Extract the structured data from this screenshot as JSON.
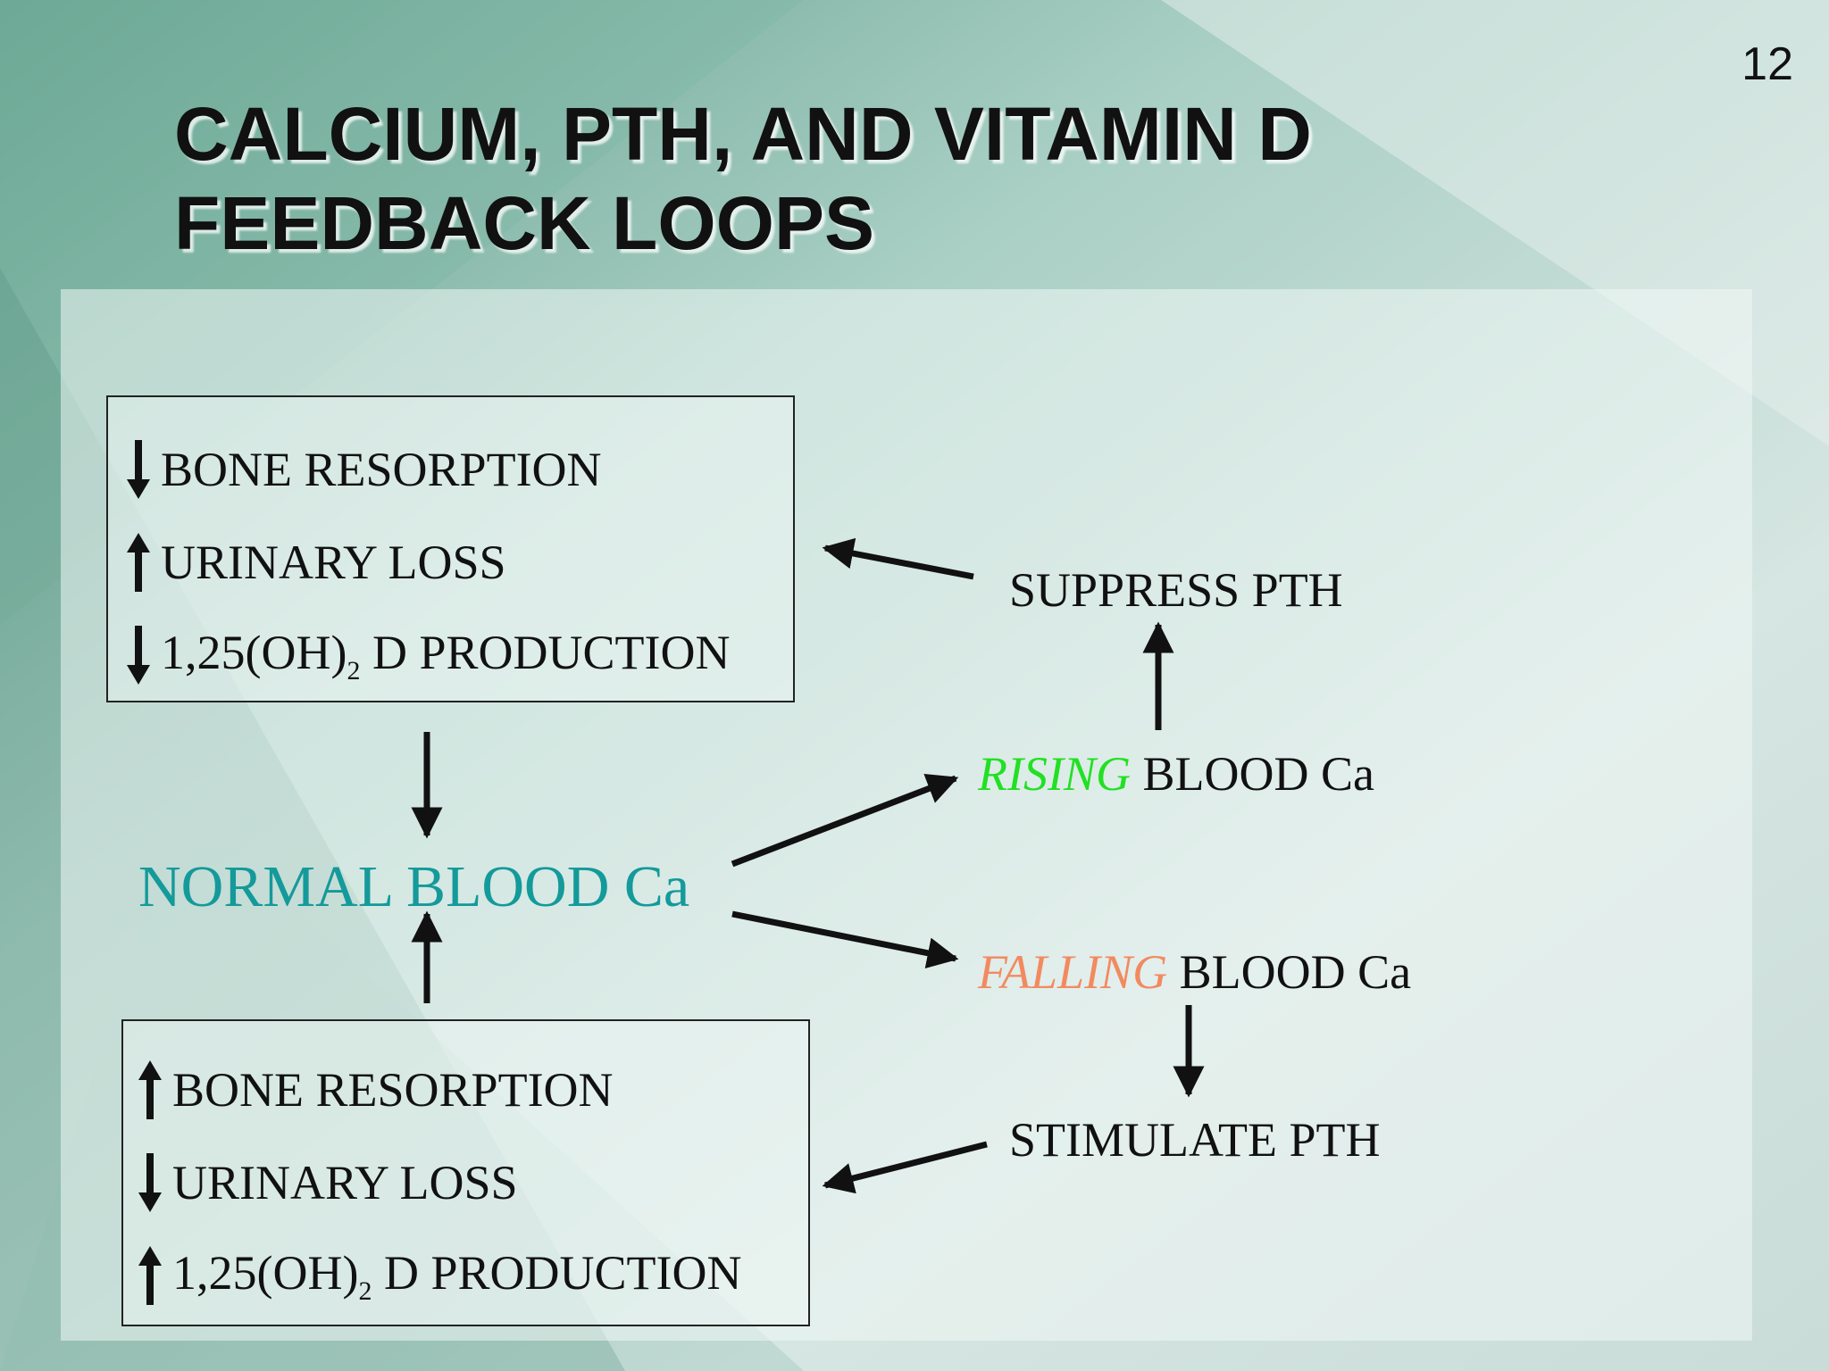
{
  "slide_number": "12",
  "title": {
    "line1": "CALCIUM, PTH, AND VITAMIN D",
    "line2": "FEEDBACK LOOPS"
  },
  "top_box": {
    "rows": [
      {
        "arrow": "down-arrow-icon",
        "text": "BONE RESORPTION"
      },
      {
        "arrow": "up-arrow-icon",
        "text": "URINARY LOSS"
      },
      {
        "arrow": "down-arrow-icon",
        "text_pre": "1,25(OH)",
        "sub": "2",
        "text_post": " D PRODUCTION"
      }
    ]
  },
  "bottom_box": {
    "rows": [
      {
        "arrow": "up-arrow-icon",
        "text": "BONE RESORPTION"
      },
      {
        "arrow": "down-arrow-icon",
        "text": "URINARY LOSS"
      },
      {
        "arrow": "up-arrow-icon",
        "text_pre": "1,25(OH)",
        "sub": "2",
        "text_post": " D PRODUCTION"
      }
    ]
  },
  "normal": "NORMAL BLOOD Ca",
  "rising": {
    "word": "RISING",
    "rest": " BLOOD Ca"
  },
  "falling": {
    "word": "FALLING",
    "rest": " BLOOD Ca"
  },
  "suppress": "SUPPRESS PTH",
  "stimulate": "STIMULATE PTH",
  "colors": {
    "normal": "#149a9a",
    "rising": "#22e024",
    "falling": "#f28a60"
  }
}
